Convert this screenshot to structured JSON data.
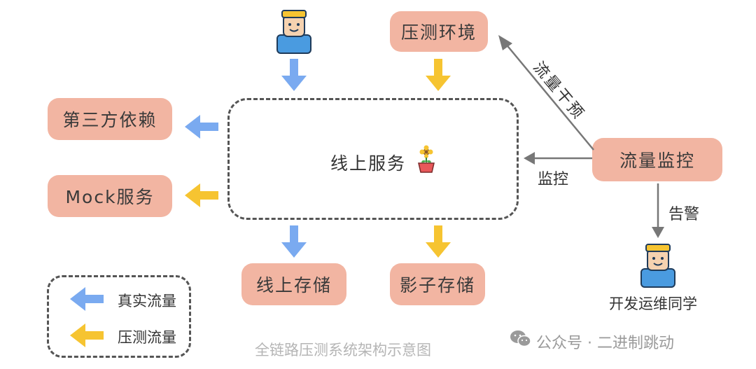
{
  "nodes": {
    "stress_env": "压测环境",
    "third_party": "第三方依赖",
    "mock_service": "Mock服务",
    "online_service": "线上服务",
    "online_storage": "线上存储",
    "shadow_storage": "影子存储",
    "traffic_monitor": "流量监控",
    "dev_ops": "开发运维同学"
  },
  "edges": {
    "intervene": "流量干预",
    "monitor": "监控",
    "alert": "告警"
  },
  "legend": {
    "real": "真实流量",
    "stress": "压测流量"
  },
  "colors": {
    "real": "#7aaaf0",
    "stress": "#f6c431",
    "pill": "#f2b5a2"
  },
  "caption": "全链路压测系统架构示意图",
  "watermark": "公众号 · 二进制跳动"
}
